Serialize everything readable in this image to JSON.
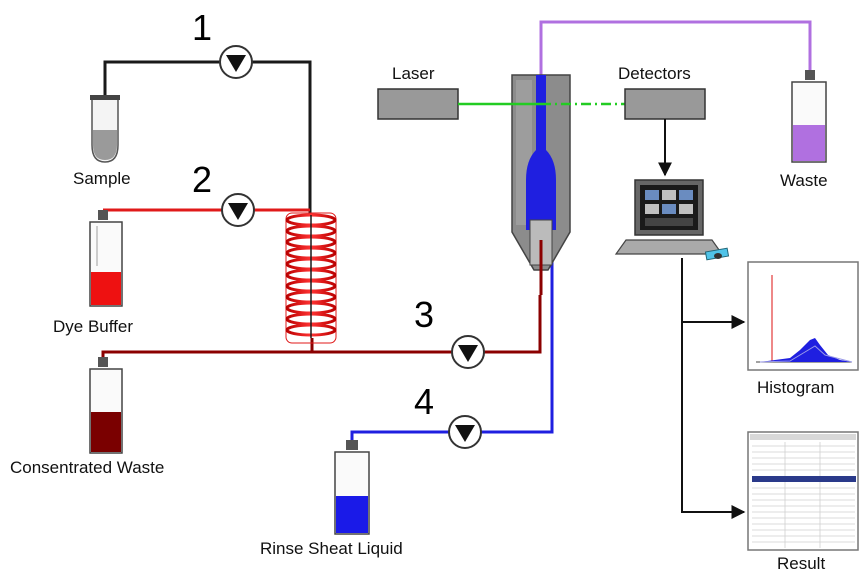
{
  "pump_numbers": [
    "1",
    "2",
    "3",
    "4"
  ],
  "labels": {
    "sample": "Sample",
    "dye_buffer": "Dye Buffer",
    "concentrated_waste": "Consentrated Waste",
    "rinse_liquid": "Rinse Sheat Liquid",
    "laser": "Laser",
    "detectors": "Detectors",
    "waste": "Waste",
    "histogram": "Histogram",
    "result": "Result"
  },
  "colors": {
    "sample_line": "#1a1a1a",
    "dye_line": "#e01a1a",
    "mixed_line": "#8b0000",
    "sheath_line": "#1f1fe0",
    "waste_line": "#b070e0",
    "laser_beam": "#22cc22",
    "housing": "#8c8c8c"
  },
  "icons": [
    "pump-icon",
    "vial-icon",
    "bottle-icon",
    "computer-icon",
    "histogram-icon",
    "result-table-icon"
  ]
}
